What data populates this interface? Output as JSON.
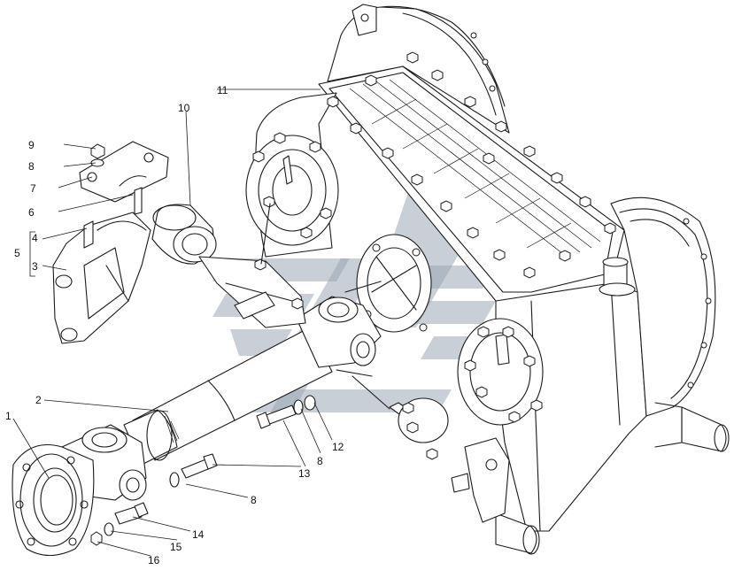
{
  "figure": {
    "labels": [
      {
        "id": "1",
        "text": "1"
      },
      {
        "id": "2",
        "text": "2"
      },
      {
        "id": "3",
        "text": "3"
      },
      {
        "id": "4",
        "text": "4"
      },
      {
        "id": "5",
        "text": "5"
      },
      {
        "id": "6",
        "text": "6"
      },
      {
        "id": "7",
        "text": "7"
      },
      {
        "id": "8a",
        "text": "8"
      },
      {
        "id": "8b",
        "text": "8"
      },
      {
        "id": "8c",
        "text": "8"
      },
      {
        "id": "9",
        "text": "9"
      },
      {
        "id": "10",
        "text": "10"
      },
      {
        "id": "11",
        "text": "11"
      },
      {
        "id": "12",
        "text": "12"
      },
      {
        "id": "13",
        "text": "13"
      },
      {
        "id": "14",
        "text": "14"
      },
      {
        "id": "15",
        "text": "15"
      },
      {
        "id": "16",
        "text": "16"
      }
    ]
  },
  "colors": {
    "line": "#1a1a1a",
    "watermark": "#9aa8b4",
    "background": "#ffffff"
  }
}
